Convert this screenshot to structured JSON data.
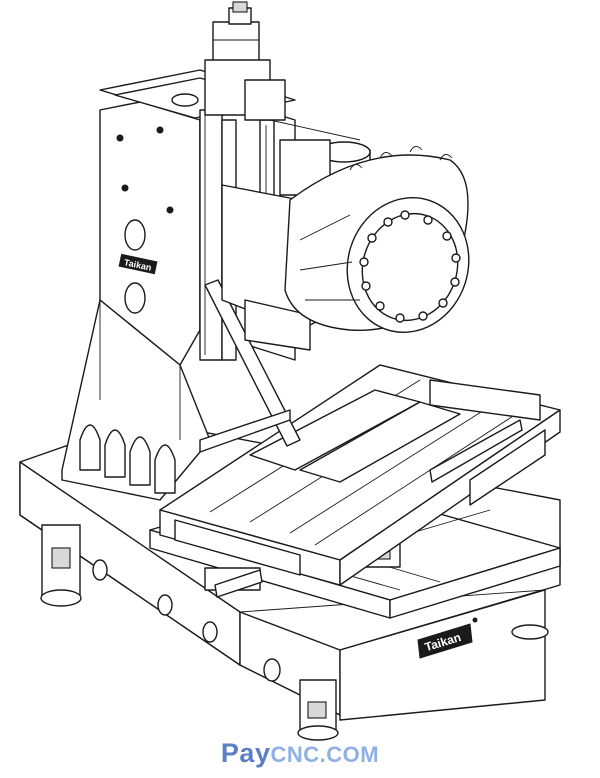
{
  "drawing": {
    "subject": "vertical machining center isometric line drawing",
    "line_color": "#1a1a1a",
    "background": "#ffffff",
    "brand_plates": [
      "Taikan",
      "Taikan"
    ]
  },
  "watermark": {
    "part1": "Pay",
    "part2": "CNC.COM",
    "color_part1": "#5a7fc7",
    "color_part2": "#8fb0e4"
  }
}
